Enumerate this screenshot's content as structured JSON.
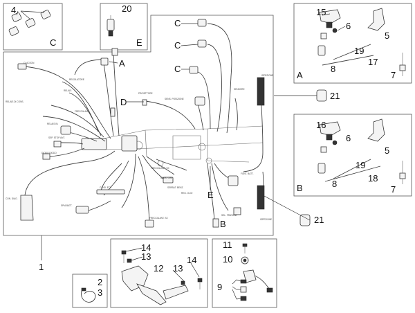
{
  "callouts": {
    "n1": "1",
    "n2": "2",
    "n3": "3",
    "n4": "4",
    "n5a": "5",
    "n5b": "5",
    "n6a": "6",
    "n6b": "6",
    "n7a": "7",
    "n7b": "7",
    "n8a": "8",
    "n8b": "8",
    "n9": "9",
    "n10": "10",
    "n11": "11",
    "n12": "12",
    "n13a": "13",
    "n13b": "13",
    "n14a": "14",
    "n14b": "14",
    "n15": "15",
    "n16": "16",
    "n17": "17",
    "n18": "18",
    "n19a": "19",
    "n19b": "19",
    "n20": "20",
    "n21a": "21",
    "n21b": "21"
  },
  "letters": {
    "c_top": "C",
    "e_top": "E",
    "c1": "C",
    "c2": "C",
    "c3": "C",
    "a_main": "A",
    "d_main": "D",
    "e_main": "E",
    "b_main": "B",
    "a_box": "A",
    "b_box": "B"
  }
}
